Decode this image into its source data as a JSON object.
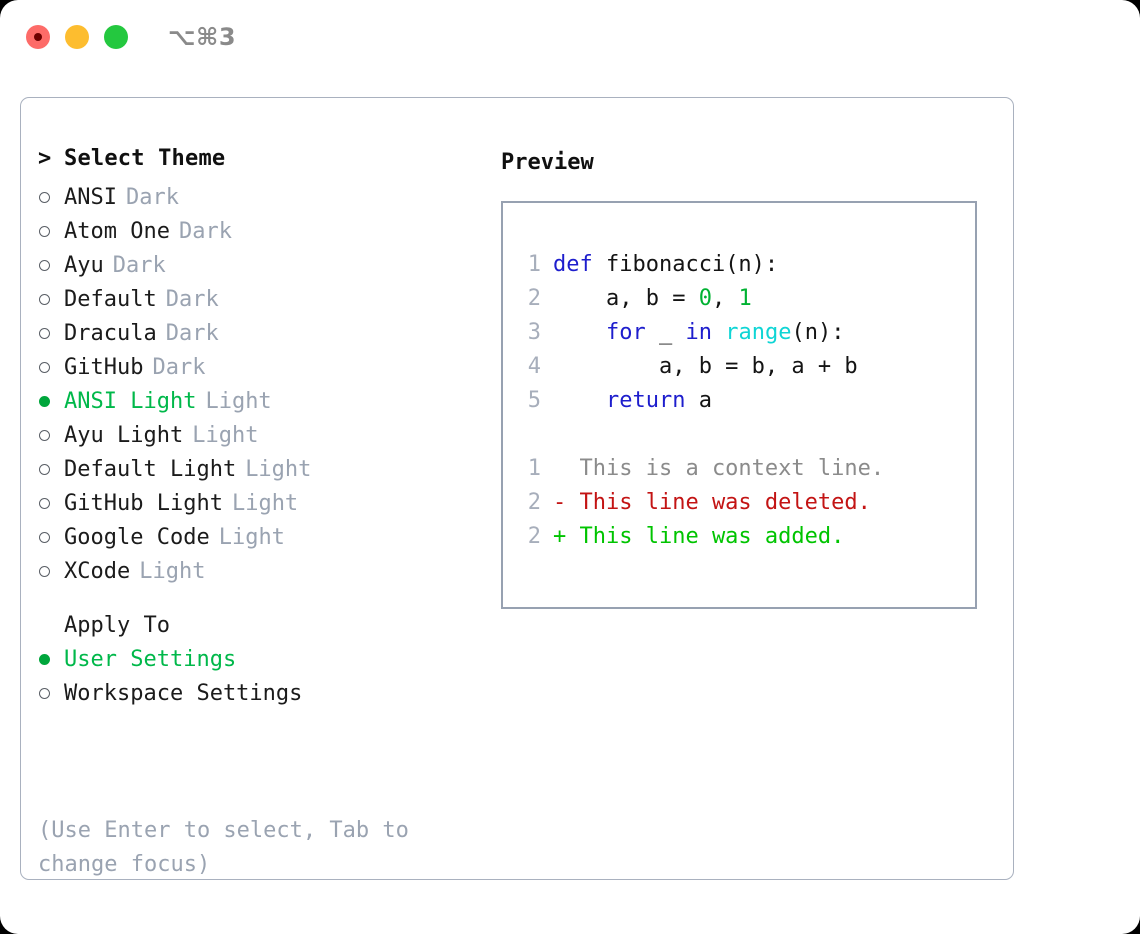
{
  "titlebar": {
    "shortcut": "⌥⌘3",
    "lights": [
      {
        "name": "close",
        "color": "#fd6b68"
      },
      {
        "name": "minimize",
        "color": "#fdbd2f"
      },
      {
        "name": "maximize",
        "color": "#24c83f"
      }
    ]
  },
  "theme_picker": {
    "caret": ">",
    "title": "Select Theme",
    "bullet_selected": "●",
    "bullet_unselected": "○",
    "items": [
      {
        "name": "ANSI",
        "variant": "Dark",
        "selected": false
      },
      {
        "name": "Atom One",
        "variant": "Dark",
        "selected": false
      },
      {
        "name": "Ayu",
        "variant": "Dark",
        "selected": false
      },
      {
        "name": "Default",
        "variant": "Dark",
        "selected": false
      },
      {
        "name": "Dracula",
        "variant": "Dark",
        "selected": false
      },
      {
        "name": "GitHub",
        "variant": "Dark",
        "selected": false
      },
      {
        "name": "ANSI Light",
        "variant": "Light",
        "selected": true
      },
      {
        "name": "Ayu Light",
        "variant": "Light",
        "selected": false
      },
      {
        "name": "Default Light",
        "variant": "Light",
        "selected": false
      },
      {
        "name": "GitHub Light",
        "variant": "Light",
        "selected": false
      },
      {
        "name": "Google Code",
        "variant": "Light",
        "selected": false
      },
      {
        "name": "XCode",
        "variant": "Light",
        "selected": false
      }
    ]
  },
  "apply_to": {
    "label": "Apply To",
    "options": [
      {
        "name": "User Settings",
        "selected": true
      },
      {
        "name": "Workspace Settings",
        "selected": false
      }
    ]
  },
  "hint": "(Use Enter to select, Tab to change focus)",
  "preview": {
    "title": "Preview",
    "code_lines": [
      {
        "lineno": "1",
        "tokens": [
          {
            "text": "def ",
            "kind": "kw"
          },
          {
            "text": "fibonacci(n):",
            "kind": "txt"
          }
        ]
      },
      {
        "lineno": "2",
        "tokens": [
          {
            "text": "    a, b = ",
            "kind": "txt"
          },
          {
            "text": "0",
            "kind": "num"
          },
          {
            "text": ", ",
            "kind": "txt"
          },
          {
            "text": "1",
            "kind": "num"
          }
        ]
      },
      {
        "lineno": "3",
        "tokens": [
          {
            "text": "    ",
            "kind": "txt"
          },
          {
            "text": "for",
            "kind": "kw"
          },
          {
            "text": " _ ",
            "kind": "txt"
          },
          {
            "text": "in",
            "kind": "kw"
          },
          {
            "text": " ",
            "kind": "txt"
          },
          {
            "text": "range",
            "kind": "fn"
          },
          {
            "text": "(n):",
            "kind": "txt"
          }
        ]
      },
      {
        "lineno": "4",
        "tokens": [
          {
            "text": "        a, b = b, a + b",
            "kind": "txt"
          }
        ]
      },
      {
        "lineno": "5",
        "tokens": [
          {
            "text": "    ",
            "kind": "txt"
          },
          {
            "text": "return",
            "kind": "kw"
          },
          {
            "text": " a",
            "kind": "txt"
          }
        ]
      }
    ],
    "diff_lines": [
      {
        "lineno": "1",
        "marker": "  ",
        "text": "This is a context line.",
        "kind": "ctx"
      },
      {
        "lineno": "2",
        "marker": "- ",
        "text": "This line was deleted.",
        "kind": "del"
      },
      {
        "lineno": "2",
        "marker": "+ ",
        "text": "This line was added.",
        "kind": "add"
      }
    ]
  },
  "colors": {
    "accent_green": "#00b84a",
    "muted_gray": "#9aa3b1",
    "keyword_blue": "#1e1ecd",
    "function_cyan": "#0fd5d5",
    "number_green": "#00b232",
    "diff_delete_red": "#c31414",
    "diff_add_green": "#00c400",
    "border_gray": "#97a1b1"
  }
}
